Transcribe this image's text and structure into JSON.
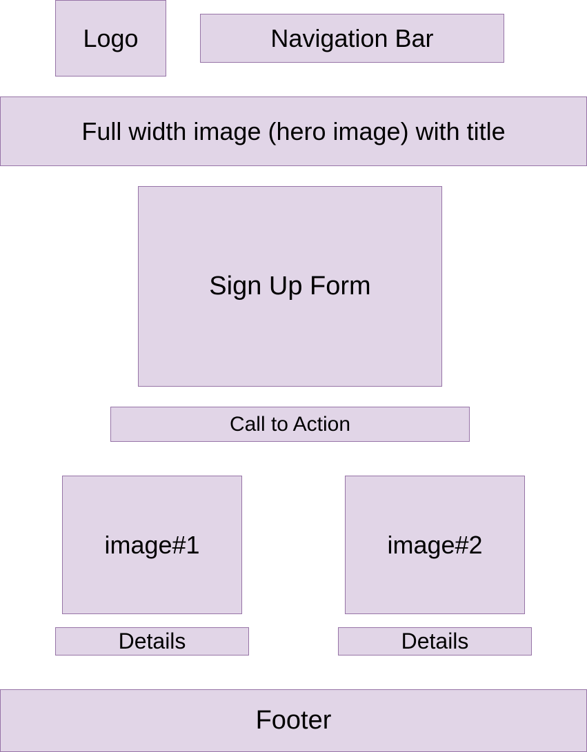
{
  "wireframe": {
    "logo": "Logo",
    "nav_bar": "Navigation Bar",
    "hero": "Full width image (hero image) with title",
    "signup_form": "Sign Up Form",
    "call_to_action": "Call to Action",
    "image1": "image#1",
    "image1_details": "Details",
    "image2": "image#2",
    "image2_details": "Details",
    "footer": "Footer"
  },
  "colors": {
    "box_fill": "#e1d5e7",
    "box_stroke": "#9673a6"
  }
}
